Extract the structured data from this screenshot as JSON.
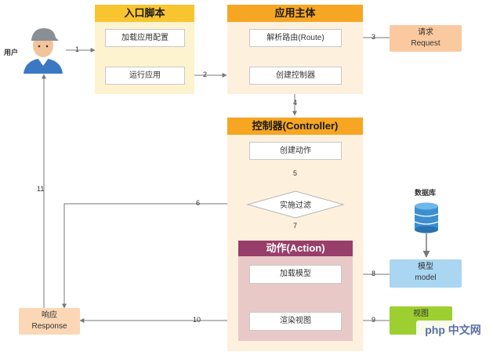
{
  "entry": {
    "title": "入口脚本",
    "steps": [
      "加载应用配置",
      "运行应用"
    ]
  },
  "app": {
    "title": "应用主体",
    "steps": [
      "解析路由(Route)",
      "创建控制器"
    ]
  },
  "controller": {
    "title": "控制器(Controller)",
    "steps": [
      "创建动作",
      "实施过滤"
    ]
  },
  "action": {
    "title": "动作(Action)",
    "steps": [
      "加载模型",
      "渲染视图"
    ]
  },
  "user": {
    "label": "用户"
  },
  "request": {
    "line1": "请求",
    "line2": "Request"
  },
  "response": {
    "line1": "响应",
    "line2": "Response"
  },
  "database": {
    "label": "数据库"
  },
  "model": {
    "line1": "模型",
    "line2": "model"
  },
  "view": {
    "line1": "视图"
  },
  "edges": [
    "1",
    "2",
    "3",
    "4",
    "5",
    "6",
    "7",
    "8",
    "9",
    "10",
    "11"
  ],
  "watermark": {
    "text": "php 中文网"
  },
  "colors": {
    "orange_header": "#f6a623",
    "orange_panel_bg": "#fdf0dd",
    "entry_header": "#f8c430",
    "entry_bg": "#fdf3cf",
    "action_header": "#973e6a",
    "action_bg": "#e8c9c8",
    "request_fill": "#fbc9a0",
    "response_fill": "#fbd7b5",
    "model_fill": "#aad6f2",
    "view_fill": "#9ccf2f",
    "arrow": "#777777"
  }
}
